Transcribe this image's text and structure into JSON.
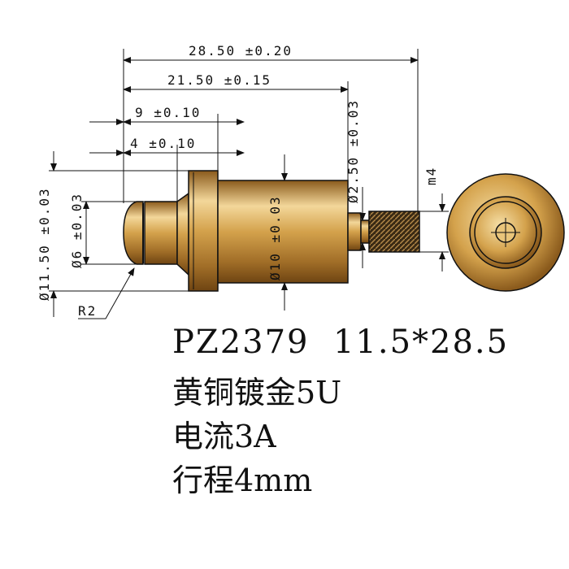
{
  "dimensions": {
    "overall_length": "28.50 ±0.20",
    "body_length": "21.50 ±0.15",
    "flange_position": "9 ±0.10",
    "plunger_length": "4 ±0.10",
    "flange_diameter": "Ø11.50 ±0.03",
    "plunger_diameter": "Ø6 ±0.03",
    "body_diameter": "Ø10 ±0.03",
    "pin_diameter": "Ø2.50 ±0.03",
    "thread": "m4",
    "tip_radius": "R2"
  },
  "specs": {
    "part_number": "PZ2379",
    "size": "11.5*28.5",
    "material": "黄铜镀金5U",
    "current": "电流3A",
    "stroke": "行程4mm"
  },
  "colors": {
    "gold_light": "#f3d79a",
    "gold_mid": "#d4a24c",
    "gold_dark": "#8a5a1c",
    "outline": "#111111"
  }
}
